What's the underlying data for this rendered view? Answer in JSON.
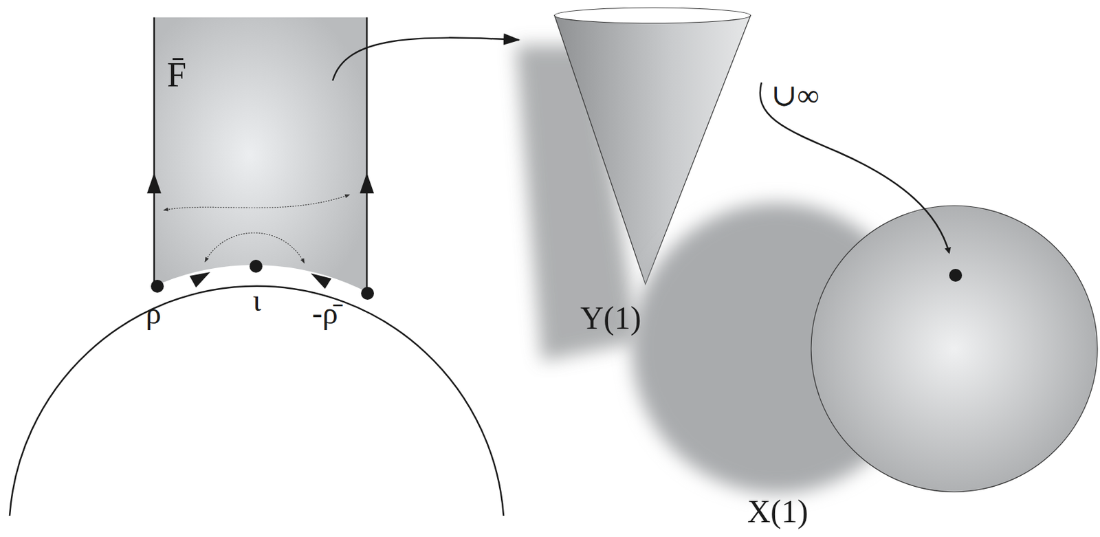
{
  "diagram": {
    "nodes": [
      {
        "text": [
          "F̄"
        ]
      },
      {
        "text": [
          "Y(1)"
        ]
      },
      {
        "text": [
          "X(1)"
        ]
      }
    ],
    "edges": [
      {
        "from": 0,
        "to": 1,
        "arrow": "to"
      }
    ],
    "labels": [
      "ρ",
      "ι",
      "-ρ̄",
      "∪∞"
    ]
  }
}
